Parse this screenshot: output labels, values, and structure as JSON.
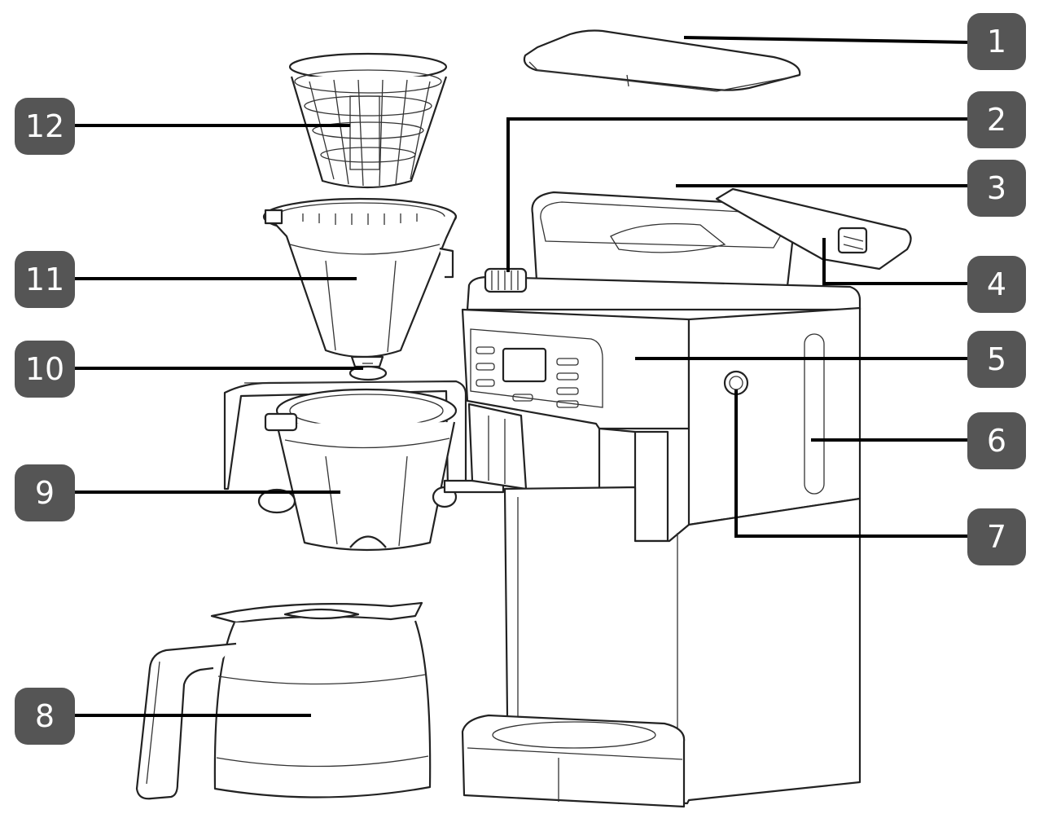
{
  "callouts": [
    {
      "number": "1"
    },
    {
      "number": "2"
    },
    {
      "number": "3"
    },
    {
      "number": "4"
    },
    {
      "number": "5"
    },
    {
      "number": "6"
    },
    {
      "number": "7"
    },
    {
      "number": "8"
    },
    {
      "number": "9"
    },
    {
      "number": "10"
    },
    {
      "number": "11"
    },
    {
      "number": "12"
    }
  ],
  "colors": {
    "badge": "#555555",
    "line": "#000000",
    "background": "#ffffff"
  }
}
